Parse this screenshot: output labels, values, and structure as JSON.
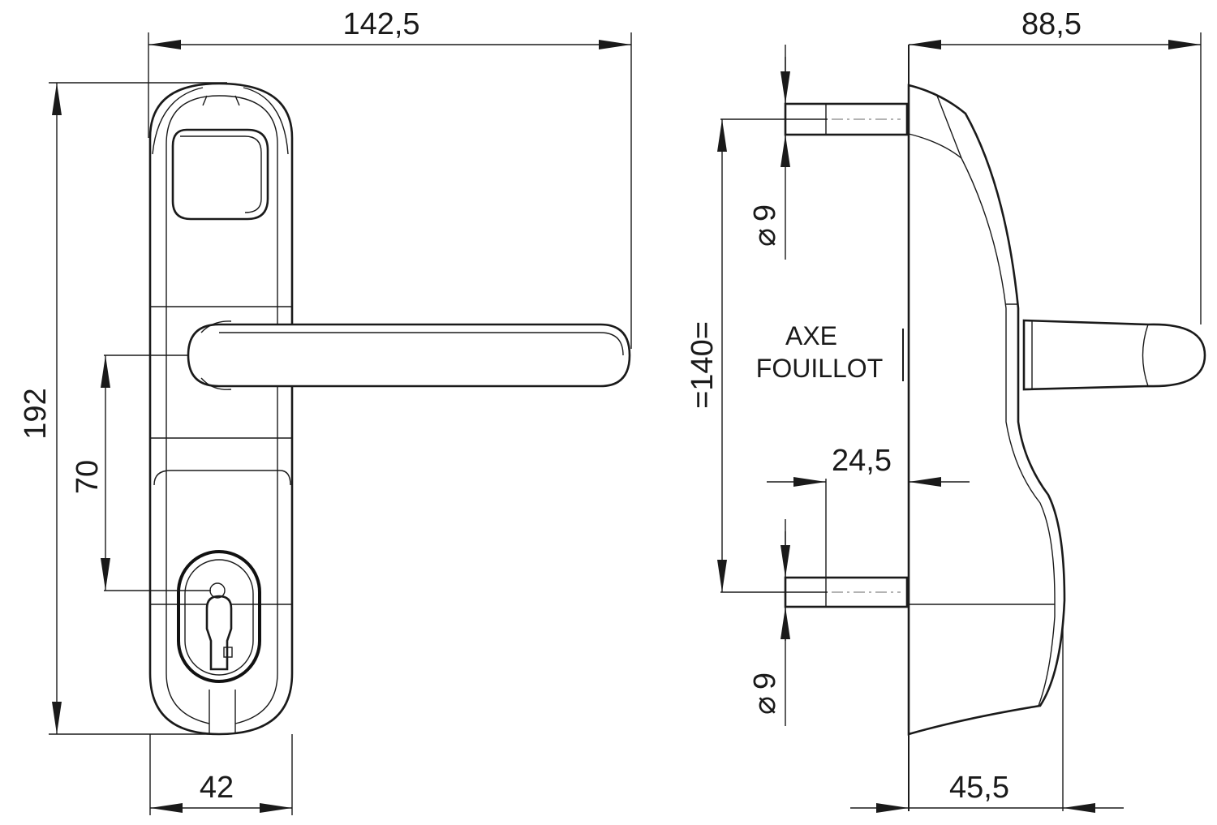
{
  "dimensions": {
    "overall_width": "142,5",
    "overall_height": "192",
    "handle_axis_to_cylinder": "70",
    "plate_width": "42",
    "projection": "88,5",
    "screw_diameter_top": "9",
    "screw_diameter_bottom": "9",
    "screw_spacing": "=140=",
    "screw_offset": "24,5",
    "plate_depth": "45,5"
  },
  "labels": {
    "axis_line1": "AXE",
    "axis_line2": "FOUILLOT",
    "diameter_symbol": "⌀"
  }
}
